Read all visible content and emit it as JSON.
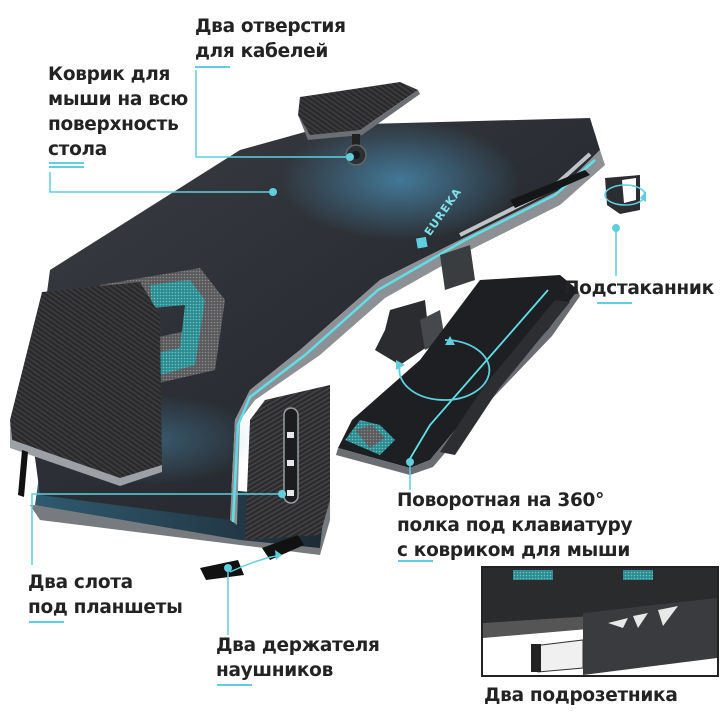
{
  "infographic": {
    "product": "Gaming desk with full-surface mouse pad",
    "brand_logo_text": "EUREKA",
    "accent_color": "#5fcfe0",
    "text_color": "#232323",
    "features": [
      {
        "id": "cable-holes",
        "lines": [
          "Два отверстия",
          "для кабелей"
        ]
      },
      {
        "id": "full-mousepad",
        "lines": [
          "Коврик для",
          "мыши на всю",
          "поверхность",
          "стола"
        ]
      },
      {
        "id": "cup-holder",
        "lines": [
          "Подстаканник"
        ]
      },
      {
        "id": "keyboard-tray",
        "lines": [
          "Поворотная на 360°",
          "полка под клавиатуру",
          "с ковриком для мыши"
        ]
      },
      {
        "id": "tablet-slots",
        "lines": [
          "Два слота",
          "под планшеты"
        ]
      },
      {
        "id": "headphone-hooks",
        "lines": [
          "Два держателя",
          "наушников"
        ]
      },
      {
        "id": "socket-holders",
        "lines": [
          "Два подрозетника"
        ]
      }
    ]
  }
}
